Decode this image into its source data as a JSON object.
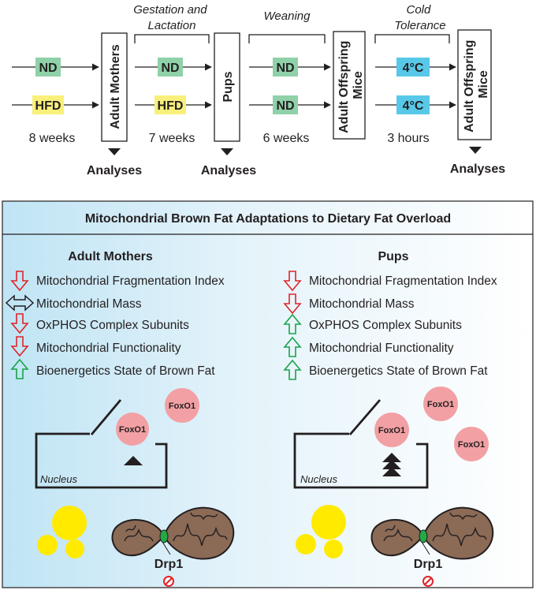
{
  "timeline": {
    "phases": [
      "Gestation and Lactation",
      "Weaning",
      "Cold Tolerance"
    ],
    "boxes": [
      "Adult Mothers",
      "Pups",
      "Adult Offspring Mice",
      "Adult Offspring Mice"
    ],
    "col1": {
      "top": "ND",
      "bottom": "HFD",
      "duration": "8 weeks"
    },
    "col2": {
      "top": "ND",
      "bottom": "HFD",
      "duration": "7 weeks"
    },
    "col3": {
      "top": "ND",
      "bottom": "ND",
      "duration": "6 weeks"
    },
    "col4": {
      "top": "4°C",
      "bottom": "4°C",
      "duration": "3 hours"
    },
    "analyses": "Analyses"
  },
  "panel": {
    "title": "Mitochondrial Brown Fat Adaptations to Dietary Fat Overload",
    "left": {
      "heading": "Adult Mothers",
      "items": [
        {
          "text": "Mitochondrial Fragmentation Index",
          "dir": "down"
        },
        {
          "text": "Mitochondrial Mass",
          "dir": "both"
        },
        {
          "text": "OxPHOS Complex Subunits",
          "dir": "down"
        },
        {
          "text": "Mitochondrial Functionality",
          "dir": "down"
        },
        {
          "text": "Bioenergetics State of Brown Fat",
          "dir": "up"
        }
      ],
      "foxo": [
        "FoxO1",
        "FoxO1"
      ],
      "nucleus": "Nucleus",
      "drp1": "Drp1"
    },
    "right": {
      "heading": "Pups",
      "items": [
        {
          "text": "Mitochondrial Fragmentation Index",
          "dir": "down"
        },
        {
          "text": "Mitochondrial Mass",
          "dir": "down"
        },
        {
          "text": "OxPHOS Complex Subunits",
          "dir": "up"
        },
        {
          "text": "Mitochondrial Functionality",
          "dir": "up"
        },
        {
          "text": "Bioenergetics State of Brown Fat",
          "dir": "up"
        }
      ],
      "foxo": [
        "FoxO1",
        "FoxO1",
        "FoxO1"
      ],
      "nucleus": "Nucleus",
      "drp1": "Drp1"
    }
  },
  "colors": {
    "nd": "#8fd1a8",
    "hfd": "#f8f07a",
    "cold": "#58c8e8",
    "down_arrow": "#e0242a",
    "up_arrow": "#17a34a",
    "foxo": "#f2a0a4",
    "fat": "#ffea00",
    "mito": "#8b6a56",
    "drp1": "#22a845"
  }
}
